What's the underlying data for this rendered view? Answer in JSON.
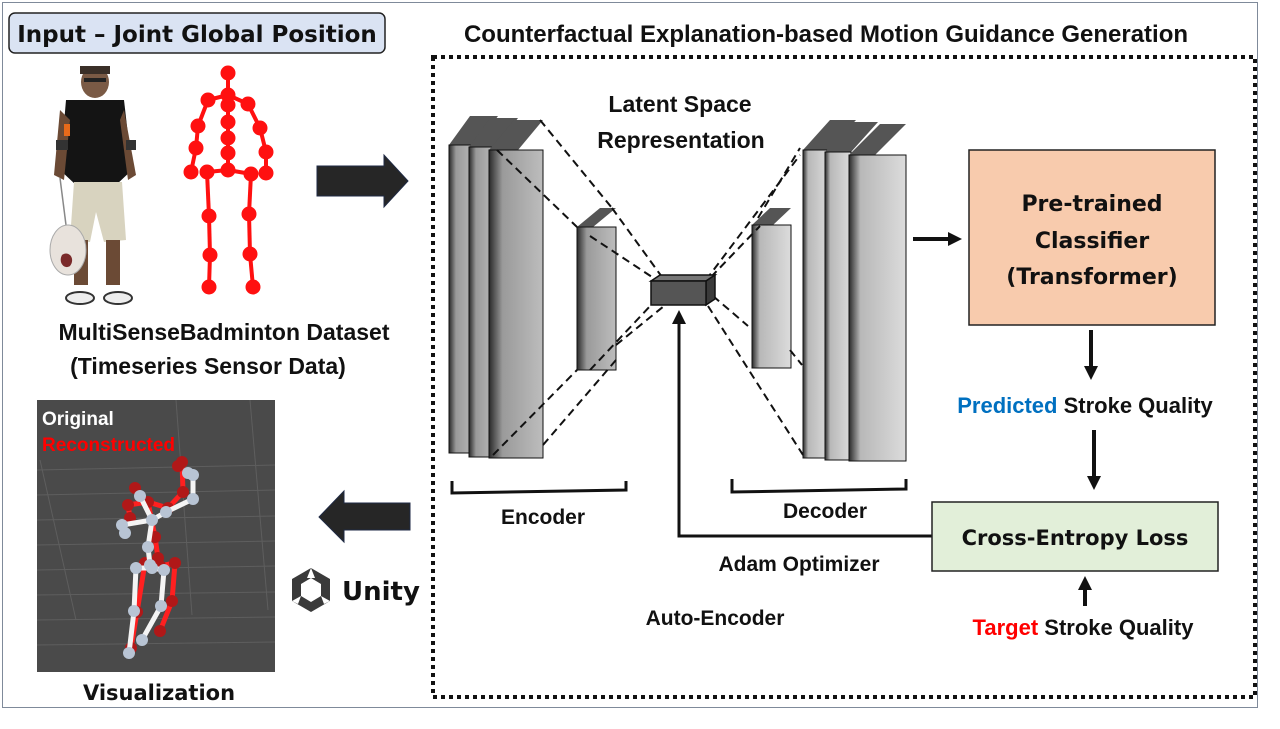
{
  "figure": {
    "input_label": "Input – Joint  Global Position",
    "title": "Counterfactual Explanation-based Motion Guidance Generation",
    "dataset": {
      "line1": "MultiSenseBadminton Dataset",
      "line2": "(Timeseries Sensor Data)"
    },
    "latent": {
      "line1": "Latent Space",
      "line2": "Representation"
    },
    "encoder_label": "Encoder",
    "decoder_label": "Decoder",
    "autoencoder_label": "Auto-Encoder",
    "optimizer_label": "Adam Optimizer",
    "classifier": {
      "line1": "Pre-trained",
      "line2": "Classifier",
      "line3": "(Transformer)"
    },
    "predicted": {
      "highlight": "Predicted",
      "rest": " Stroke Quality"
    },
    "loss_label": "Cross-Entropy Loss",
    "target": {
      "highlight": "Target",
      "rest": " Stroke Quality"
    },
    "visualization": {
      "legend_original": "Original",
      "legend_reconstructed": "Reconstructed",
      "caption": "Visualization"
    },
    "unity_label": "Unity"
  },
  "colors": {
    "input_box_fill": "#dae3f3",
    "classifier_fill": "#f8cbad",
    "loss_fill": "#e2efd9",
    "predicted_blue": "#0070c0",
    "target_red": "#ff0000",
    "skeleton_red": "#ff1010",
    "viz_bg": "#4a4a4a",
    "arrow_dark": "#262626"
  }
}
